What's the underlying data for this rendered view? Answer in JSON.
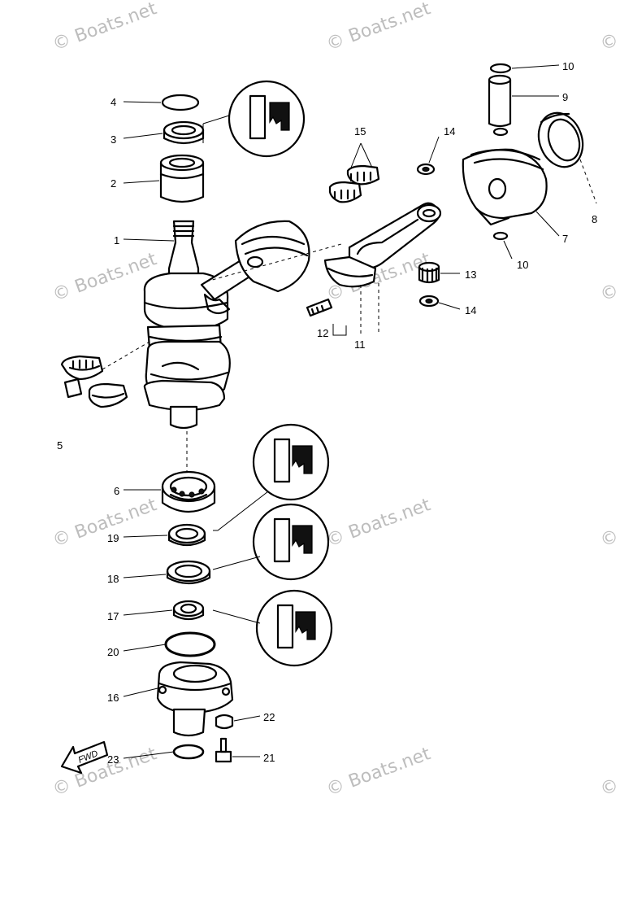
{
  "watermark": "© Boats.net",
  "fwd_label": "FWD",
  "callouts": [
    {
      "id": "callout-1",
      "number": "1"
    },
    {
      "id": "callout-2",
      "number": "2"
    },
    {
      "id": "callout-3",
      "number": "3"
    },
    {
      "id": "callout-4",
      "number": "4"
    },
    {
      "id": "callout-5",
      "number": "5"
    },
    {
      "id": "callout-6",
      "number": "6"
    },
    {
      "id": "callout-7",
      "number": "7"
    },
    {
      "id": "callout-8",
      "number": "8"
    },
    {
      "id": "callout-9",
      "number": "9"
    },
    {
      "id": "callout-10a",
      "number": "10"
    },
    {
      "id": "callout-10b",
      "number": "10"
    },
    {
      "id": "callout-11",
      "number": "11"
    },
    {
      "id": "callout-12",
      "number": "12"
    },
    {
      "id": "callout-13",
      "number": "13"
    },
    {
      "id": "callout-14a",
      "number": "14"
    },
    {
      "id": "callout-14b",
      "number": "14"
    },
    {
      "id": "callout-15",
      "number": "15"
    },
    {
      "id": "callout-16",
      "number": "16"
    },
    {
      "id": "callout-17",
      "number": "17"
    },
    {
      "id": "callout-18",
      "number": "18"
    },
    {
      "id": "callout-19",
      "number": "19"
    },
    {
      "id": "callout-20",
      "number": "20"
    },
    {
      "id": "callout-21",
      "number": "21"
    },
    {
      "id": "callout-22",
      "number": "22"
    },
    {
      "id": "callout-23",
      "number": "23"
    }
  ],
  "icons": [
    "seal-orientation-icon",
    "fwd-arrow-icon",
    "crankshaft-icon",
    "piston-icon",
    "connecting-rod-icon",
    "bearing-icon"
  ]
}
